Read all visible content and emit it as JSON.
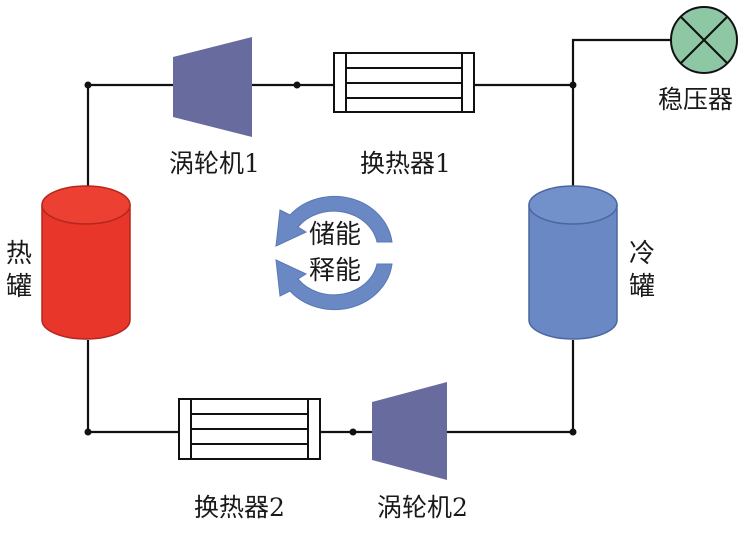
{
  "diagram": {
    "type": "thermal energy storage cycle schematic",
    "components": {
      "turbine1": {
        "label": "涡轮机1",
        "color": "#676b9e"
      },
      "heat_exchanger1": {
        "label": "换热器1"
      },
      "stabilizer": {
        "label": "稳压器",
        "color": "#8dc7a4",
        "symbol": "circle-x"
      },
      "hot_tank": {
        "label": "热罐",
        "color": "#e8362b"
      },
      "cold_tank": {
        "label": "冷罐",
        "color": "#6a88c4"
      },
      "heat_exchanger2": {
        "label": "换热器2"
      },
      "turbine2": {
        "label": "涡轮机2",
        "color": "#676b9e"
      }
    },
    "cycle": {
      "labels": [
        "储能",
        "释能"
      ],
      "arrow_color": "#6a88c4"
    },
    "connections": [
      [
        "hot_tank",
        "turbine1"
      ],
      [
        "turbine1",
        "heat_exchanger1"
      ],
      [
        "heat_exchanger1",
        "cold_tank"
      ],
      [
        "cold_tank",
        "stabilizer"
      ],
      [
        "cold_tank",
        "turbine2"
      ],
      [
        "turbine2",
        "heat_exchanger2"
      ],
      [
        "heat_exchanger2",
        "hot_tank"
      ]
    ]
  }
}
